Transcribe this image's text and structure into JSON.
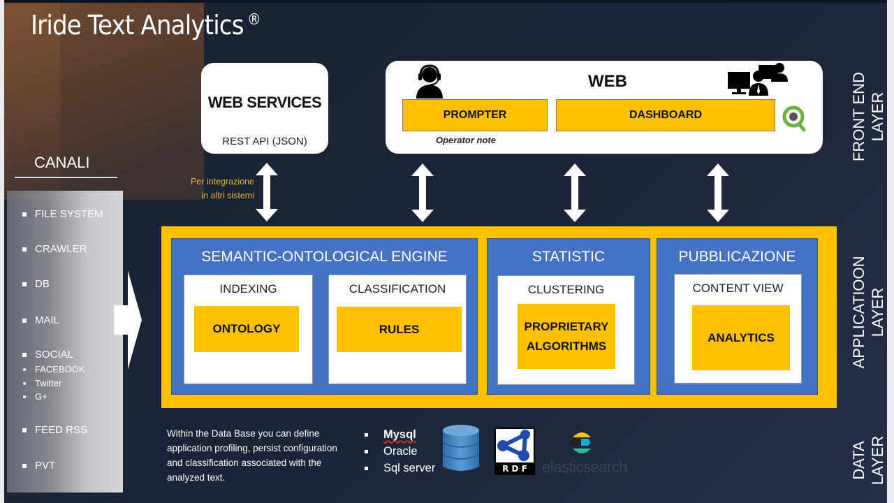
{
  "title": "Iride Text Analytics",
  "title_mark": "®",
  "front_end": {
    "web_services": {
      "title": "WEB SERVICES",
      "subtitle": "REST API (JSON)"
    },
    "integration_note": [
      "Per integrazione",
      "in altri sistemi"
    ],
    "web": {
      "title": "WEB",
      "prompter": "PROMPTER",
      "dashboard": "DASHBOARD",
      "operator_note": "Operator note",
      "icons": [
        "operator-headset-icon",
        "users-computers-icon",
        "qlik-icon"
      ]
    }
  },
  "canali": {
    "title": "CANALI",
    "items": [
      {
        "label": "FILE SYSTEM"
      },
      {
        "label": "CRAWLER"
      },
      {
        "label": "DB"
      },
      {
        "label": "MAIL"
      },
      {
        "label": "SOCIAL",
        "sub": [
          "FACEBOOK",
          "Twitter",
          "G+"
        ]
      },
      {
        "label": "FEED RSS"
      },
      {
        "label": "PVT"
      }
    ]
  },
  "application": {
    "modules": [
      {
        "title": "SEMANTIC-ONTOLOGICAL ENGINE",
        "blocks": [
          {
            "title": "INDEXING",
            "core": "ONTOLOGY"
          },
          {
            "title": "CLASSIFICATION",
            "core": "RULES"
          }
        ]
      },
      {
        "title": "STATISTIC",
        "blocks": [
          {
            "title": "CLUSTERING",
            "core": "PROPRIETARY ALGORITHMS"
          }
        ]
      },
      {
        "title": "PUBBLICAZIONE",
        "blocks": [
          {
            "title": "CONTENT VIEW",
            "core": "ANALYTICS"
          }
        ]
      }
    ]
  },
  "data_layer": {
    "description": "Within the Data Base you can define application profiling, persist configuration and classification associated with the analyzed text.",
    "databases": [
      "Mysql",
      "Oracle",
      "Sql server"
    ],
    "logos": [
      "database-icon",
      "rdf-logo",
      "elasticsearch-logo"
    ],
    "rdf_label": "R D F",
    "elasticsearch_label": "elasticsearch"
  },
  "layers": {
    "front_end": [
      "FRONT END",
      "LAYER"
    ],
    "application": [
      "APPLICATIOON",
      "LAYER"
    ],
    "data": [
      "DATA",
      "LAYER"
    ]
  },
  "colors": {
    "accent_yellow": "#ffc000",
    "module_blue": "#4472c4",
    "background": "#1b2436",
    "note_orange": "#e8b23a"
  }
}
